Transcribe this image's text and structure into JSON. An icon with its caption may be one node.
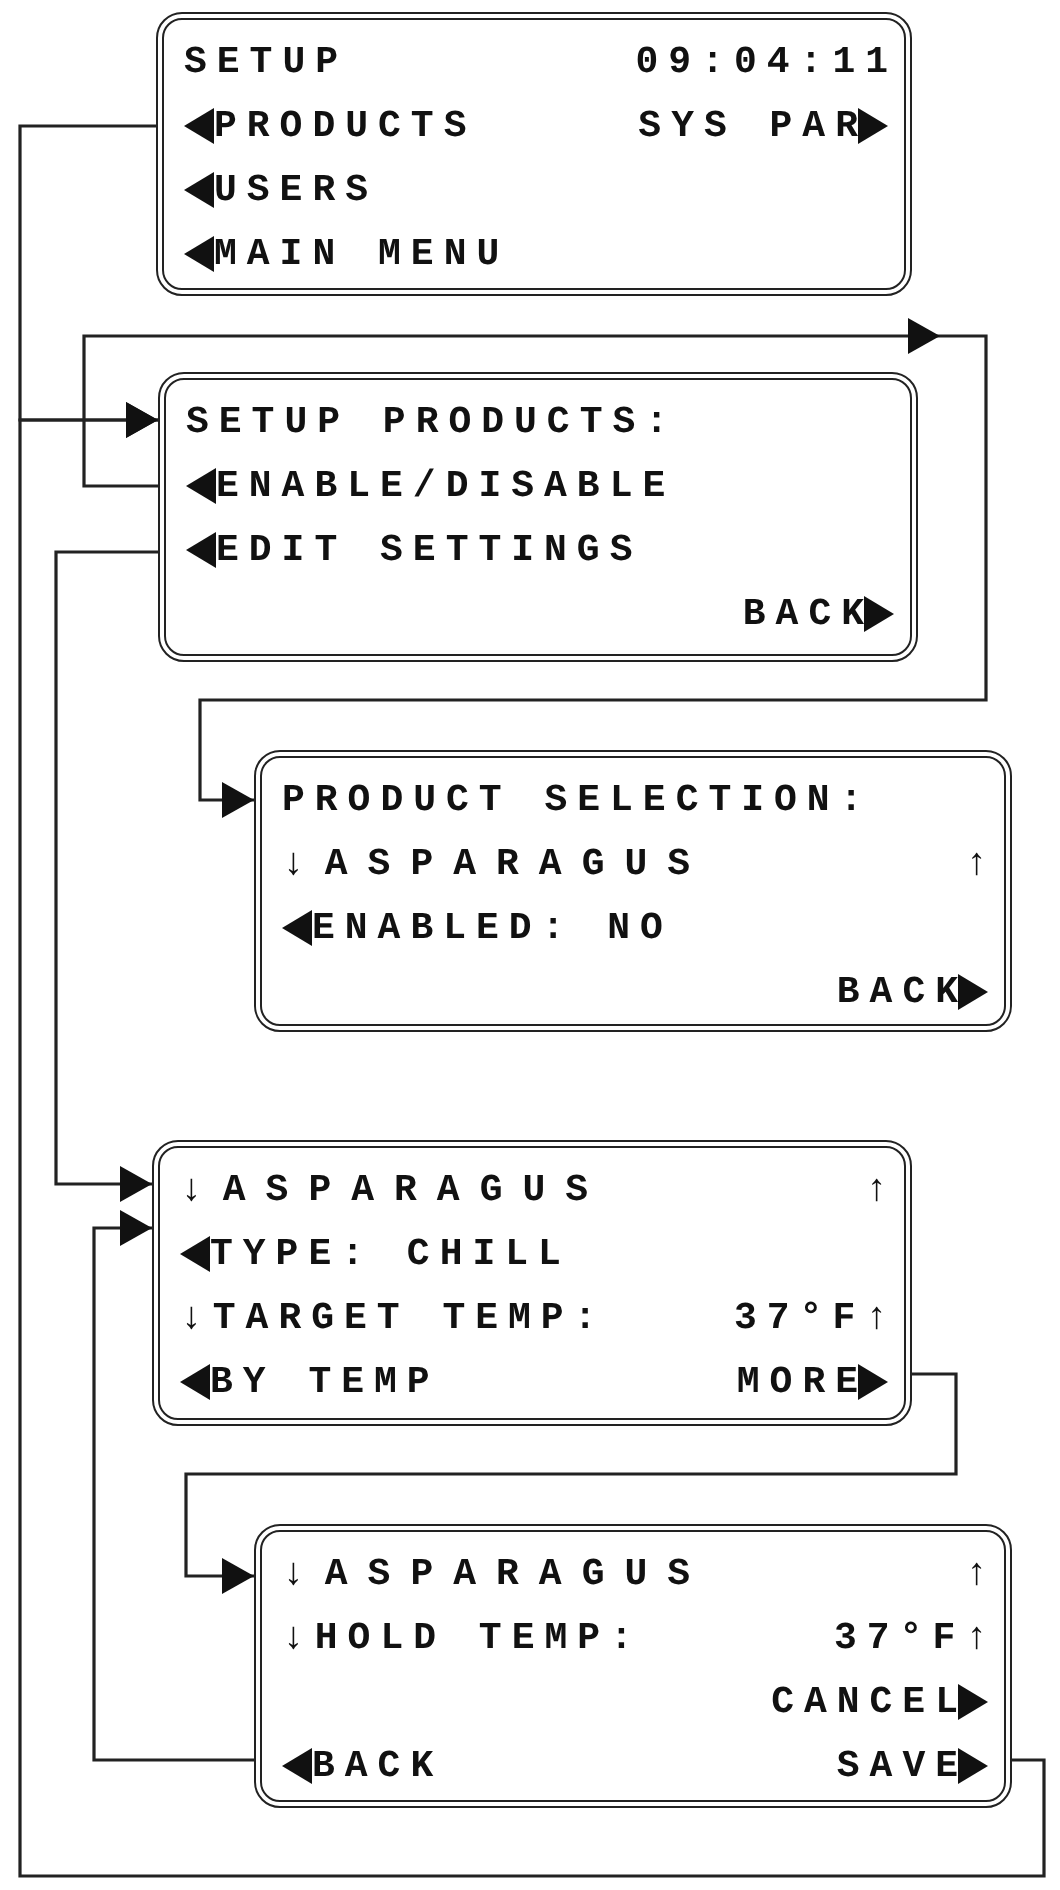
{
  "diagram": {
    "nodes": [
      {
        "text": [
          "SETUP",
          "09:04:11",
          "PRODUCTS",
          "SYS PAR",
          "USERS",
          "MAIN MENU"
        ]
      },
      {
        "text": [
          "SETUP PRODUCTS:",
          "ENABLE/DISABLE",
          "EDIT SETTINGS",
          "BACK"
        ]
      },
      {
        "text": [
          "PRODUCT SELECTION:",
          "↓ASPARAGUS",
          "↑",
          "ENABLED: NO",
          "BACK"
        ]
      },
      {
        "text": [
          "↓ASPARAGUS",
          "↑",
          "TYPE: CHILL",
          "↓TARGET TEMP:",
          "37°F↑",
          "BY TEMP",
          "MORE"
        ]
      },
      {
        "text": [
          "↓ASPARAGUS",
          "↑",
          "↓HOLD TEMP:",
          "37°F↑",
          "CANCEL",
          "BACK",
          "SAVE"
        ]
      }
    ],
    "edges": [
      {
        "from": 0,
        "to": 1,
        "arrow": "to"
      },
      {
        "from": 1,
        "to": 2,
        "arrow": "to"
      },
      {
        "from": 1,
        "to": 3,
        "arrow": "to"
      },
      {
        "from": 3,
        "to": 4,
        "arrow": "to"
      },
      {
        "from": 4,
        "to": 3,
        "arrow": "to"
      },
      {
        "from": 4,
        "to": 1,
        "arrow": "to"
      }
    ]
  }
}
